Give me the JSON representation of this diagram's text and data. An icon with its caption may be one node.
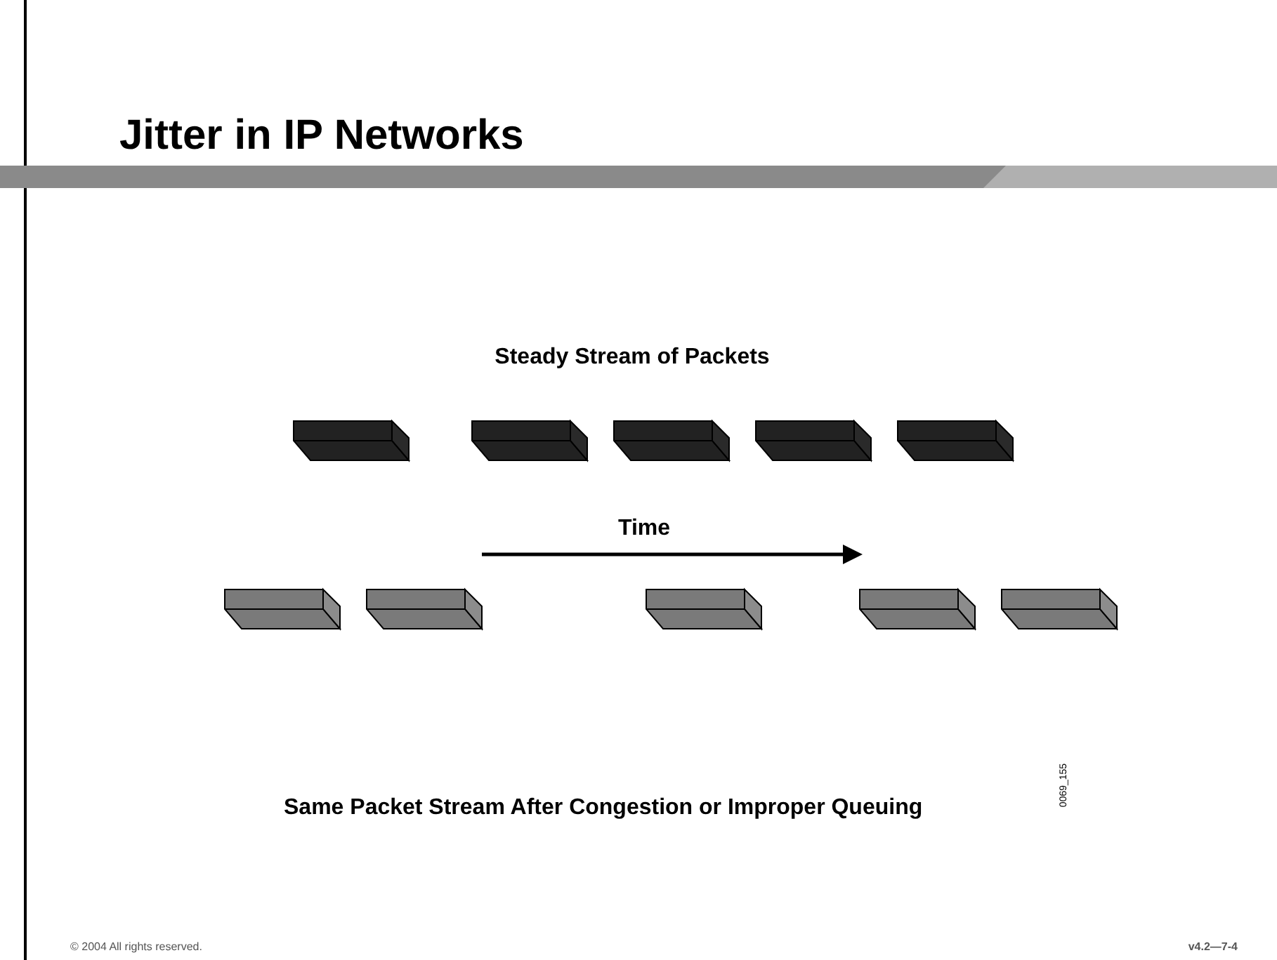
{
  "diagram": {
    "title": "Jitter in IP Networks",
    "labels": [
      "Steady Stream of Packets",
      "Time",
      "Same Packet Stream After Congestion or Improper Queuing",
      "0069_155",
      "© 2004 All rights reserved.",
      "v4.2—7-4"
    ]
  }
}
